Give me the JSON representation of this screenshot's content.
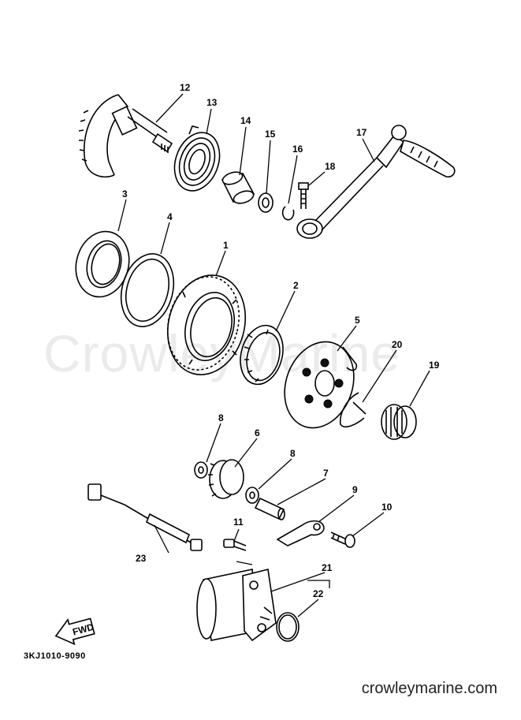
{
  "watermark": "CrowleyMarine",
  "diagram_code": "3KJ1010-9090",
  "website": "crowleymarine.com",
  "fwd_label": "FWD",
  "callouts": [
    {
      "id": "c12",
      "text": "12"
    },
    {
      "id": "c13",
      "text": "13"
    },
    {
      "id": "c14",
      "text": "14"
    },
    {
      "id": "c15",
      "text": "15"
    },
    {
      "id": "c16",
      "text": "16"
    },
    {
      "id": "c17",
      "text": "17"
    },
    {
      "id": "c18",
      "text": "18"
    },
    {
      "id": "c3",
      "text": "3"
    },
    {
      "id": "c4",
      "text": "4"
    },
    {
      "id": "c1",
      "text": "1"
    },
    {
      "id": "c2",
      "text": "2"
    },
    {
      "id": "c5",
      "text": "5"
    },
    {
      "id": "c20",
      "text": "20"
    },
    {
      "id": "c19",
      "text": "19"
    },
    {
      "id": "c8a",
      "text": "8"
    },
    {
      "id": "c6",
      "text": "6"
    },
    {
      "id": "c8b",
      "text": "8"
    },
    {
      "id": "c7",
      "text": "7"
    },
    {
      "id": "c9",
      "text": "9"
    },
    {
      "id": "c10",
      "text": "10"
    },
    {
      "id": "c11",
      "text": "11"
    },
    {
      "id": "c23",
      "text": "23"
    },
    {
      "id": "c21",
      "text": "21"
    },
    {
      "id": "c22",
      "text": "22"
    }
  ]
}
